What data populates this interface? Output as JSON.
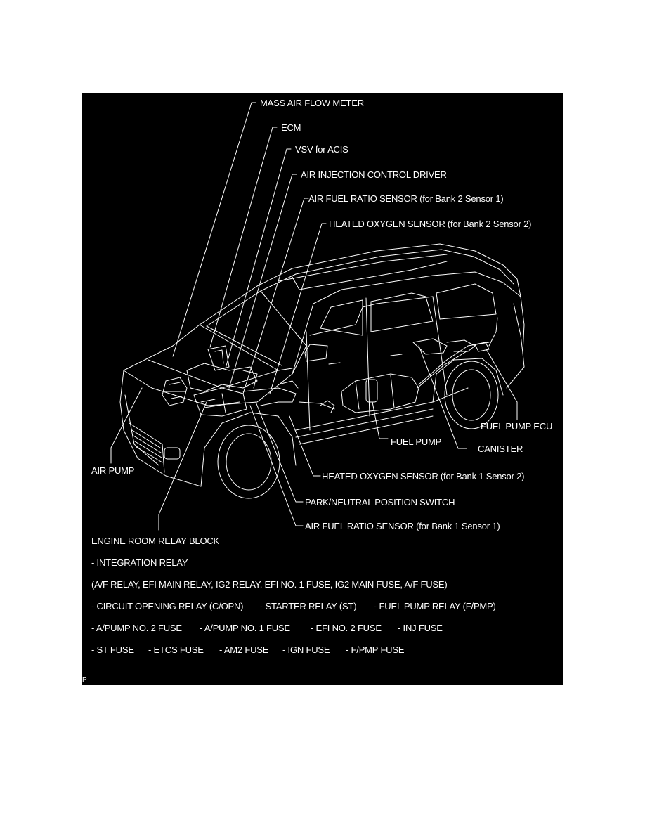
{
  "diagram": {
    "background_color": "#000000",
    "line_color": "#ffffff",
    "callouts_top": [
      {
        "label": "MASS AIR FLOW METER"
      },
      {
        "label": "ECM"
      },
      {
        "label": "VSV for ACIS"
      },
      {
        "label": "AIR INJECTION CONTROL DRIVER"
      },
      {
        "label": "AIR FUEL RATIO SENSOR (for Bank 2 Sensor 1)"
      },
      {
        "label": "HEATED OXYGEN SENSOR (for Bank 2 Sensor 2)"
      }
    ],
    "callouts_right": [
      {
        "label": "FUEL PUMP ECU"
      },
      {
        "label": "FUEL PUMP"
      },
      {
        "label": "CANISTER"
      }
    ],
    "callouts_bottom": [
      {
        "label": "AIR PUMP"
      },
      {
        "label": "HEATED OXYGEN SENSOR (for Bank 1 Sensor 2)"
      },
      {
        "label": "PARK/NEUTRAL POSITION SWITCH"
      },
      {
        "label": "AIR FUEL RATIO SENSOR (for Bank 1 Sensor 1)"
      }
    ],
    "relay_block": {
      "title": "ENGINE ROOM RELAY BLOCK",
      "lines": [
        "- INTEGRATION RELAY",
        "(A/F RELAY, EFI MAIN RELAY, IG2 RELAY, EFI NO. 1 FUSE, IG2 MAIN FUSE, A/F FUSE)"
      ],
      "row_relays": [
        "- CIRCUIT OPENING RELAY (C/OPN)",
        "- STARTER RELAY (ST)",
        "- FUEL PUMP RELAY (F/PMP)"
      ],
      "row_fuses_1": [
        "- A/PUMP NO. 2 FUSE",
        "- A/PUMP NO. 1 FUSE",
        "- EFI NO. 2 FUSE",
        "- INJ FUSE"
      ],
      "row_fuses_2": [
        "- ST FUSE",
        "- ETCS FUSE",
        "- AM2 FUSE",
        "- IGN FUSE",
        "- F/PMP FUSE"
      ]
    },
    "corner_mark": "P"
  }
}
